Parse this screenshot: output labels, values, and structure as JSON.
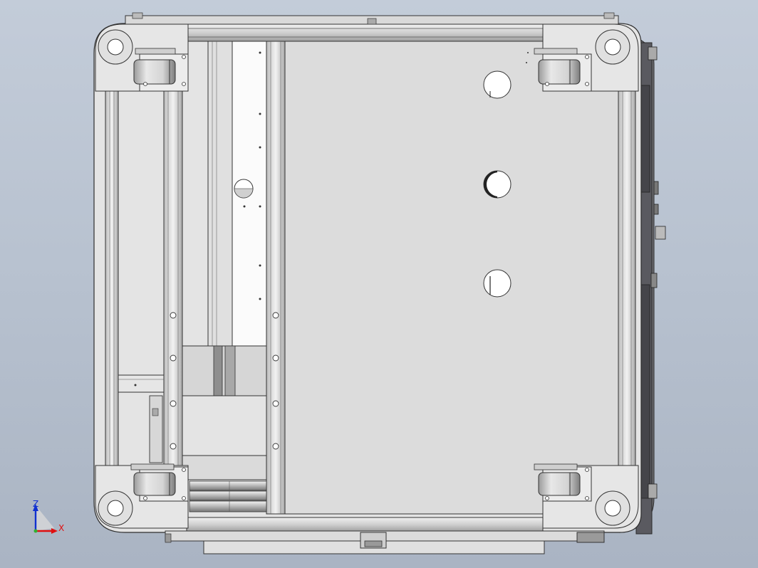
{
  "viewport": {
    "background_top": "#c3ccd9",
    "background_bottom": "#aab4c3"
  },
  "model": {
    "line_color": "#3a3a3a",
    "panel_fill": "#dcdcdc",
    "frame_fill": "#e2e2e2",
    "shadow_fill": "#8a8a8a",
    "caster_count": 4,
    "panel_hole_count": 3
  },
  "triad": {
    "x_label": "X",
    "z_label": "Z",
    "x_color": "#e01010",
    "z_color": "#1030d0",
    "y_color": "#30b030"
  }
}
